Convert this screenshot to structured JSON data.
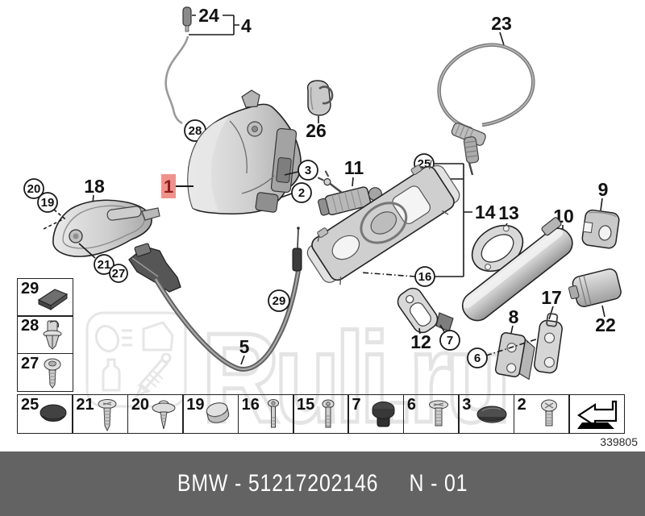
{
  "watermark": {
    "text": "Ruli.ru"
  },
  "footer": {
    "left": "BMW - 51217202146",
    "right": "N - 01",
    "part_number": "51217202146",
    "drawing_number": "339805"
  },
  "diagram": {
    "highlight": {
      "label": "1",
      "box_color": "#f0928c",
      "text_color": "#8c1d18"
    },
    "labels": {
      "n1": "1",
      "n2": "2",
      "n3": "3",
      "n4": "4",
      "n5": "5",
      "n6": "6",
      "n7": "7",
      "n8": "8",
      "n9": "9",
      "n10": "10",
      "n11": "11",
      "n12": "12",
      "n13": "13",
      "n14": "14",
      "n15": "15",
      "n16": "16",
      "n17": "17",
      "n18": "18",
      "n19": "19",
      "n20": "20",
      "n21": "21",
      "n22": "22",
      "n23": "23",
      "n24": "24",
      "n25": "25",
      "n26": "26",
      "n27": "27",
      "n28": "28",
      "n29": "29"
    }
  },
  "legend": {
    "column": [
      {
        "label": "29",
        "icon": "foam-pad"
      },
      {
        "label": "28",
        "icon": "expansion-rivet"
      },
      {
        "label": "27",
        "icon": "torx-screw"
      }
    ],
    "row": [
      {
        "label": "25",
        "icon": "cover-cap-dark"
      },
      {
        "label": "21",
        "icon": "pan-head-screw"
      },
      {
        "label": "20",
        "icon": "washer-screw"
      },
      {
        "label": "19",
        "icon": "blind-plug"
      },
      {
        "label": "16",
        "icon": "socket-bolt"
      },
      {
        "label": "15",
        "icon": "socket-bolt"
      },
      {
        "label": "7",
        "icon": "rubber-plug-dark"
      },
      {
        "label": "6",
        "icon": "countersunk-screw"
      },
      {
        "label": "3",
        "icon": "dome-plug-dark"
      },
      {
        "label": "2",
        "icon": "phillips-screw"
      },
      {
        "label": "",
        "icon": "continue-arrow"
      }
    ]
  }
}
